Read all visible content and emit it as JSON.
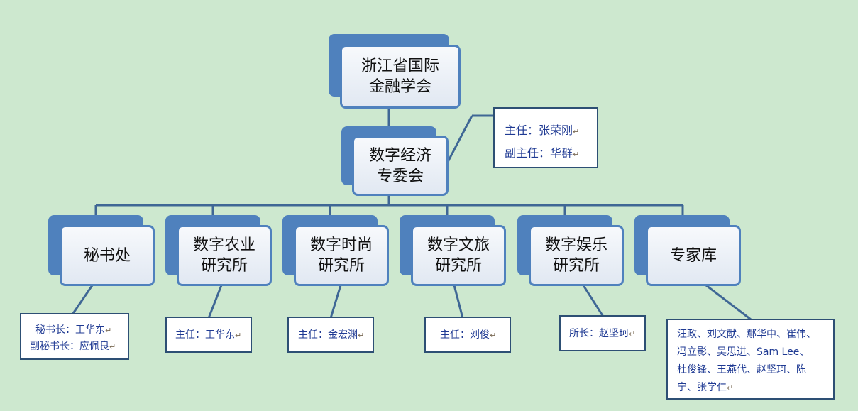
{
  "root": {
    "line1": "浙江省国际",
    "line2": "金融学会"
  },
  "committee": {
    "line1": "数字经济",
    "line2": "专委会",
    "director": "主任：张荣刚",
    "vice_director": "副主任：华群"
  },
  "departments": [
    {
      "line1": "秘书处",
      "line2": "",
      "info": [
        "秘书长：王华东",
        "副秘书长：应佩良"
      ]
    },
    {
      "line1": "数字农业",
      "line2": "研究所",
      "info": [
        "主任：王华东"
      ]
    },
    {
      "line1": "数字时尚",
      "line2": "研究所",
      "info": [
        "主任：金宏渊"
      ]
    },
    {
      "line1": "数字文旅",
      "line2": "研究所",
      "info": [
        "主任：刘俊"
      ]
    },
    {
      "line1": "数字娱乐",
      "line2": "研究所",
      "info": [
        "所长：赵坚珂"
      ]
    },
    {
      "line1": "专家库",
      "line2": "",
      "info": [
        "汪政、刘文献、鄢华中、崔伟、",
        "冯立影、吴思进、Sam  Lee、",
        "杜俊锋、王燕代、赵坚珂、陈",
        "宁、张学仁"
      ]
    }
  ],
  "paragraph_mark": "↵"
}
